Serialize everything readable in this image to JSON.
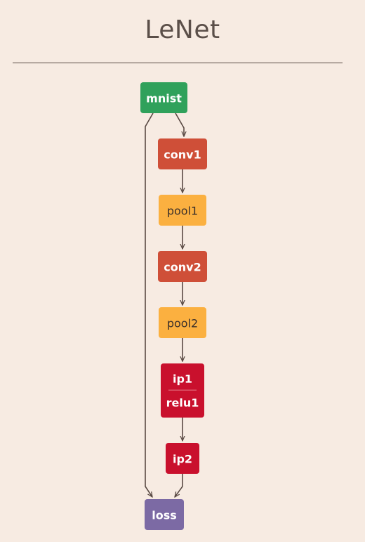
{
  "title": "LeNet",
  "nodes": [
    {
      "id": "mnist",
      "label": "mnist",
      "color": "#30a15b",
      "text_color": "#ffffff"
    },
    {
      "id": "conv1",
      "label": "conv1",
      "color": "#cf4f38",
      "text_color": "#ffffff"
    },
    {
      "id": "pool1",
      "label": "pool1",
      "color": "#fbb040",
      "text_color": "#3a2f2a"
    },
    {
      "id": "conv2",
      "label": "conv2",
      "color": "#cf4f38",
      "text_color": "#ffffff"
    },
    {
      "id": "pool2",
      "label": "pool2",
      "color": "#fbb040",
      "text_color": "#3a2f2a"
    },
    {
      "id": "ip1",
      "label": "ip1",
      "sublabel": "relu1",
      "color": "#c9102d",
      "text_color": "#ffffff"
    },
    {
      "id": "ip2",
      "label": "ip2",
      "color": "#c9102d",
      "text_color": "#ffffff"
    },
    {
      "id": "loss",
      "label": "loss",
      "color": "#7c6aa4",
      "text_color": "#ffffff"
    }
  ],
  "edges": [
    [
      "mnist",
      "conv1"
    ],
    [
      "conv1",
      "pool1"
    ],
    [
      "pool1",
      "conv2"
    ],
    [
      "conv2",
      "pool2"
    ],
    [
      "pool2",
      "ip1"
    ],
    [
      "ip1",
      "ip2"
    ],
    [
      "ip2",
      "loss"
    ],
    [
      "mnist",
      "loss"
    ]
  ],
  "colors": {
    "background": "#f7ebe2",
    "edge": "#5a4a44"
  }
}
